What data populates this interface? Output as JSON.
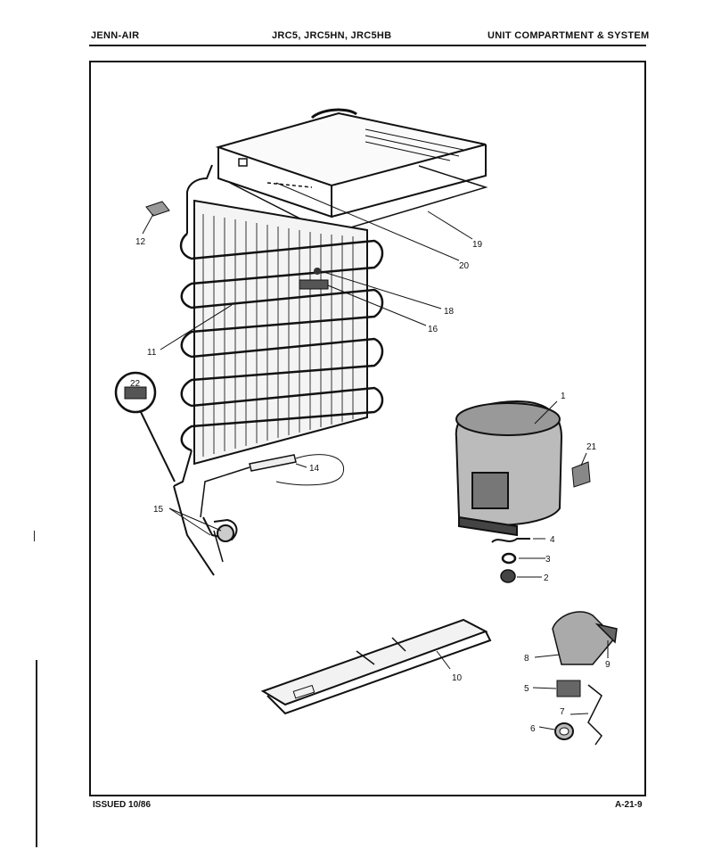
{
  "header": {
    "brand": "JENN-AIR",
    "models": "JRC5, JRC5HN, JRC5HB",
    "section": "UNIT COMPARTMENT & SYSTEM"
  },
  "footer": {
    "issued": "ISSUED 10/86",
    "page_code": "A-21-9"
  },
  "callouts": {
    "c1": "1",
    "c2": "2",
    "c3": "3",
    "c4": "4",
    "c5": "5",
    "c6": "6",
    "c7": "7",
    "c8": "8",
    "c9": "9",
    "c10": "10",
    "c11": "11",
    "c12": "12",
    "c14": "14",
    "c15": "15",
    "c16": "16",
    "c18": "18",
    "c19": "19",
    "c20": "20",
    "c21": "21",
    "c22": "22"
  }
}
